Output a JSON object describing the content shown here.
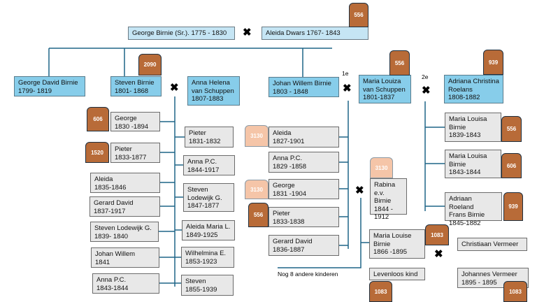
{
  "colors": {
    "blue": "#87cdea",
    "light_blue": "#c5e5f4",
    "tag": "#b86b38",
    "tag_light": "#f5c5a8",
    "line": "#1f6587"
  },
  "marriage_symbol": "✖",
  "top": {
    "father": "George Birnie (Sr.). 1775 - 1830",
    "mother": "Aleida Dwars    1767- 1843",
    "mother_tag": "556"
  },
  "gen2": {
    "george_david": "George David Birnie\n 1799- 1819",
    "steven": "Steven Birnie\n 1801- 1868",
    "steven_tag": "2090",
    "anna_helena": "Anna Helena\nvan Schuppen\n1807-1883",
    "johan_willem": "Johan Willem Birnie\n1803 - 1848",
    "first_label": "1e",
    "second_label": "2e",
    "maria_louiza": "Maria Louiza\nvan Schuppen\n1801-1837",
    "maria_louiza_tag": "556",
    "adriana": "Adriana Christina\nRoelans\n1808-1882",
    "adriana_tag": "939"
  },
  "steven_children": {
    "left": [
      {
        "text": "George\n 1830 -1894",
        "tag": "606"
      },
      {
        "text": "Pieter\n 1833-1877",
        "tag": "1520"
      },
      {
        "text": "Aleida\n 1835-1846"
      },
      {
        "text": "Gerard David\n 1837-1917"
      },
      {
        "text": "Steven Lodewijk G.\n1839- 1840"
      },
      {
        "text": "Johan Willem\n 1841"
      },
      {
        "text": "Anna P.C.\n 1843-1844"
      }
    ],
    "right": [
      {
        "text": "Pieter\n 1831-1832"
      },
      {
        "text": "Anna P.C.\n 1844-1917"
      },
      {
        "text": "Steven\nLodewijk G.\n1847-1877"
      },
      {
        "text": "Aleida Maria L.\n1849-1925"
      },
      {
        "text": "Wilhelmina E.\n1853-1923"
      },
      {
        "text": "Steven\n 1855-1939"
      }
    ]
  },
  "johan_children": [
    {
      "text": "Aleida\n 1827-1901",
      "tag": "3130"
    },
    {
      "text": "Anna P.C.\n1829 -1858"
    },
    {
      "text": "George\n 1831 -1904",
      "tag": "3130"
    },
    {
      "text": "Pieter\n 1833-1838",
      "tag": "556"
    },
    {
      "text": "Gerard David\n 1836-1887"
    }
  ],
  "more_children": "Nog 8 andere kinderen",
  "rabina": {
    "text": "Rabina\ne.v. Birnie\n1844 -\n1912",
    "tag": "3130"
  },
  "maria_louise": {
    "text": "Maria Louise\nBirnie\n1866 -1895",
    "tag": "1083"
  },
  "christiaan": "Christiaan Vermeer",
  "levenloos": {
    "text": "Levenloos kind",
    "tag": "1083"
  },
  "johannes": {
    "text": "Johannes Vermeer\n1895 - 1895",
    "tag": "1083"
  },
  "second_children": [
    {
      "text": "Maria Louisa\nBirnie\n 1839-1843",
      "tag": "556"
    },
    {
      "text": "Maria Louisa\nBirnie\n 1843-1844",
      "tag": "606"
    },
    {
      "text": "Adriaan Roeland\nFrans Birnie\n1845-1882",
      "tag": "939"
    }
  ]
}
